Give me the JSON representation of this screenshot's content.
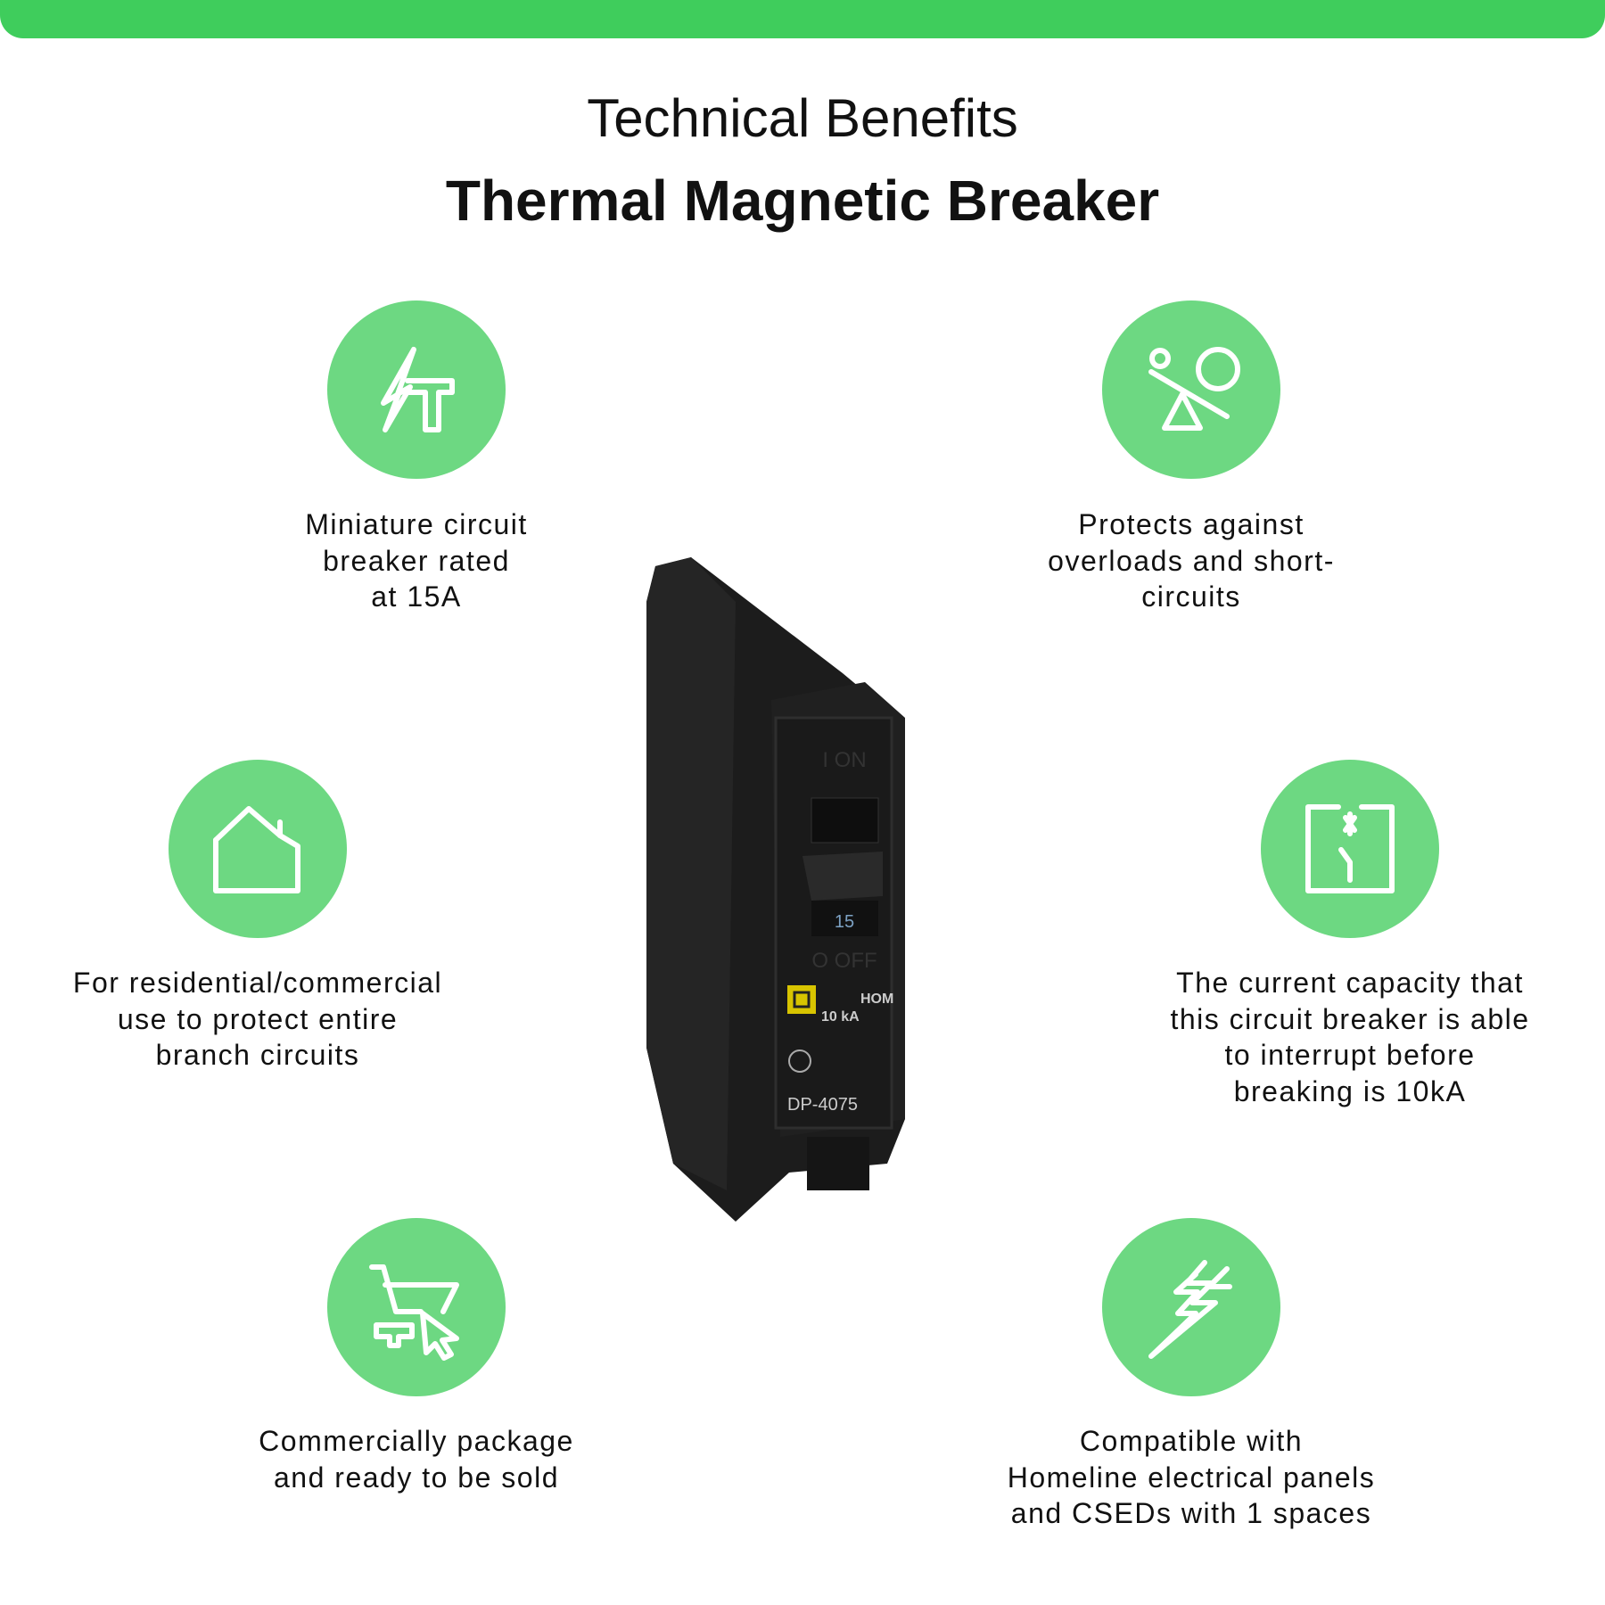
{
  "header": {
    "title": "Technical Benefits",
    "subtitle": "Thermal Magnetic Breaker"
  },
  "colors": {
    "bar": "#3fcd5c",
    "circle": "#6dd882",
    "icon": "#ffffff"
  },
  "benefits": [
    {
      "icon": "lightning-tower-icon",
      "text": "Miniature circuit\nbreaker rated\nat 15A"
    },
    {
      "icon": "balance-seesaw-icon",
      "text": "Protects against\noverloads and short-\ncircuits"
    },
    {
      "icon": "house-icon",
      "text": "For residential/commercial\nuse to protect entire\nbranch circuits"
    },
    {
      "icon": "circuit-switch-icon",
      "text": "The current capacity that\nthis circuit breaker is able\nto interrupt before\nbreaking is 10kA"
    },
    {
      "icon": "shopping-cart-cursor-icon",
      "text": "Commercially package\nand ready to be sold"
    },
    {
      "icon": "double-lightning-icon",
      "text": "Compatible with\nHomeline electrical panels\nand CSEDs with 1 spaces"
    }
  ],
  "product": {
    "rating": "15",
    "on_label": "I ON",
    "off_label": "O OFF",
    "type": "HOM",
    "kA": "10 kA",
    "catalog": "DP-4075"
  }
}
